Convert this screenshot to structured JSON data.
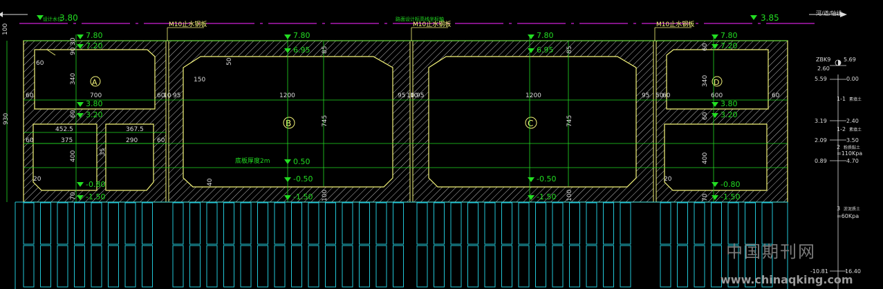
{
  "drawing": {
    "top_line_tags": [
      "设计水位",
      "路面设计标高线坐标轴",
      "河/道/轴线"
    ],
    "levels": {
      "water_left": "3.80",
      "water_right": "3.85",
      "top_a": "7.80",
      "top_b": "7.80",
      "top_c": "7.80",
      "top_d": "7.80",
      "slab_a": "7.20",
      "slab_b": "6.95",
      "slab_c": "6.95",
      "slab_d": "7.20",
      "mid_a_top": "3.80",
      "mid_a_bot": "3.20",
      "mid_d_top": "3.80",
      "mid_d_bot": "3.20",
      "inner_b": "0.50",
      "floor_b": "-0.50",
      "floor_c": "-0.50",
      "floor_a": "-0.80",
      "floor_d": "-0.80",
      "base_a": "-1.50",
      "base_b": "-1.50",
      "base_c": "-1.50",
      "base_d": "-1.50"
    },
    "joint_labels": [
      "M10止水钢板",
      "M10止水钢板",
      "M10止水钢板"
    ],
    "cells": [
      "A",
      "B",
      "C",
      "D"
    ],
    "note_b": "底板厚度2m",
    "dims": {
      "top_d": "100",
      "height_total": "930",
      "a_haunch": "60",
      "a_30": "30",
      "a_90": "90",
      "a_340": "340",
      "a_60l": "60",
      "a_60r": "60",
      "a_700": "700",
      "a_60v": "60",
      "a_4525": "452.5",
      "a_3675": "367.5",
      "a_60b": "60",
      "a_375": "375",
      "a_35": "35",
      "a_290": "290",
      "a_60c": "60",
      "a_400": "400",
      "a_20": "20",
      "a_70": "70",
      "a_10l": "10",
      "b_95l": "95",
      "b_150": "150",
      "b_50": "50",
      "b_1200": "1200",
      "b_95r": "95",
      "b_85": "85",
      "b_745": "745",
      "b_40": "40",
      "b_10": "10",
      "c_95l": "95",
      "c_1200": "1200",
      "c_95r": "95",
      "c_85": "85",
      "c_745": "745",
      "c_100": "100",
      "c_10": "10",
      "b_100": "100",
      "d_60t": "60",
      "d_340": "340",
      "d_60": "60",
      "d_600": "600",
      "d_60r": "60",
      "d_60v": "60",
      "d_400": "400",
      "d_20": "20",
      "d_70": "70",
      "d_50": "50"
    },
    "borehole": {
      "name": "ZBK9",
      "value_top": "5.69",
      "value_bot": "2.60",
      "rows": [
        {
          "left": "5.59",
          "right": "0.00"
        },
        {
          "left": "3.19",
          "right": "2.40"
        },
        {
          "left": "2.09",
          "right": "3.50"
        },
        {
          "left": "0.89",
          "right": "4.70"
        },
        {
          "left": "-10.81",
          "right": "16.40"
        }
      ],
      "layers": [
        {
          "label": "1-1",
          "note": "素填土"
        },
        {
          "label": "1-2",
          "note": "素填土"
        },
        {
          "label": "2",
          "note": "粉质黏土",
          "bearing": "=110Kpa"
        },
        {
          "label": "3",
          "note": "淤泥质土",
          "bearing": "=60Kpa"
        }
      ]
    }
  },
  "watermark": {
    "cn": "中国期刊网",
    "url": "www.chinaqking.com"
  },
  "colors": {
    "background": "#000000",
    "structure": "#f5f57a",
    "dimension": "#22dd22",
    "pile": "#22c8d8",
    "white": "#dcdcdc",
    "magenta": "#d020d8"
  }
}
